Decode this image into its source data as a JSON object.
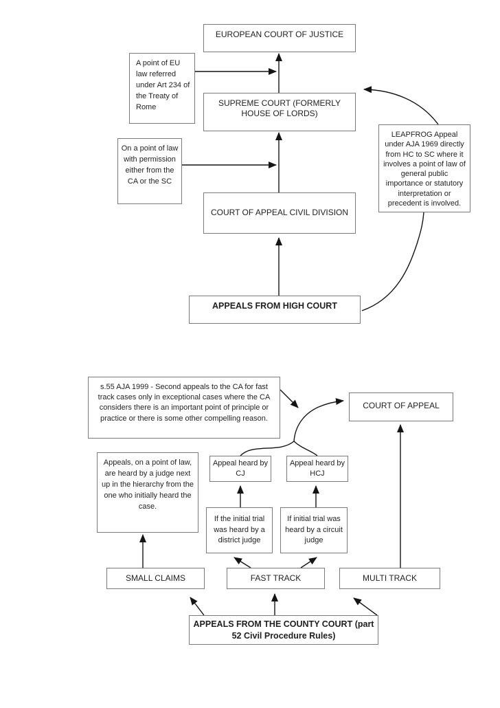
{
  "document": {
    "type": "flowchart",
    "subject": "Routes of appeal in the English civil court system"
  },
  "colors": {
    "background": "#ffffff",
    "box_border": "#7a7a7a",
    "connector": "#141414",
    "text": "#1f1f1f"
  },
  "top_chart": {
    "ecj": "EUROPEAN COURT OF JUSTICE",
    "eu_note": "A point of EU law referred under Art 234 of the Treaty of Rome",
    "supreme_court": "SUPREME COURT (FORMERLY HOUSE OF LORDS)",
    "leapfrog_note": "LEAPFROG Appeal under AJA 1969 directly from HC to SC where it involves a point of law of general public importance or statutory interpretation or precedent is involved.",
    "permission_note": "On a point of law with permission either from the CA or the SC",
    "coa_civil_division": "COURT OF APPEAL CIVIL DIVISION",
    "appeals_from_high_court": "APPEALS FROM HIGH COURT"
  },
  "bottom_chart": {
    "s55_note": "s.55 AJA 1999 - Second appeals to the CA for fast track cases only in exceptional cases where the CA considers there is an important point of principle or practice or there is some other compelling reason.",
    "court_of_appeal": "COURT OF APPEAL",
    "hierarchy_note": "Appeals, on a point of law, are heard by a judge next up in the hierarchy from the one who initially heard the case.",
    "appeal_heard_by_cj": "Appeal heard by CJ",
    "appeal_heard_by_hcj": "Appeal heard by HCJ",
    "initial_trial_district_judge": "If the initial trial was heard by a district judge",
    "initial_trial_circuit_judge": "If initial trial was heard by a circuit judge",
    "small_claims": "SMALL CLAIMS",
    "fast_track": "FAST TRACK",
    "multi_track": "MULTI TRACK",
    "appeals_from_county_court": "APPEALS FROM THE COUNTY COURT (part 52 Civil Procedure Rules)"
  },
  "edges": [
    {
      "from": "supreme_court",
      "to": "ecj",
      "style": "arrow-up"
    },
    {
      "from": "eu_note",
      "to": "supreme_court-to-ecj-line",
      "style": "arrow-right"
    },
    {
      "from": "coa_civil_division",
      "to": "supreme_court",
      "style": "arrow-up"
    },
    {
      "from": "permission_note",
      "to": "coa-to-sc-line",
      "style": "arrow-right"
    },
    {
      "from": "appeals_from_high_court",
      "to": "coa_civil_division",
      "style": "arrow-up"
    },
    {
      "from": "leapfrog_note",
      "to": "supreme_court",
      "style": "curved-arrow-left"
    },
    {
      "from": "appeals_from_high_court",
      "to": "leapfrog_note",
      "style": "curve"
    },
    {
      "from": "small_claims",
      "to": "hierarchy_note",
      "style": "arrow-up"
    },
    {
      "from": "initial_trial_district_judge",
      "to": "appeal_heard_by_cj",
      "style": "arrow-up"
    },
    {
      "from": "initial_trial_circuit_judge",
      "to": "appeal_heard_by_hcj",
      "style": "arrow-up"
    },
    {
      "from": "fast_track",
      "to": "initial_trial_district_judge",
      "style": "diagonal-arrow"
    },
    {
      "from": "fast_track",
      "to": "initial_trial_circuit_judge",
      "style": "diagonal-arrow"
    },
    {
      "from": "appeal_heard_by_cj",
      "to": "court_of_appeal",
      "style": "curved-arrow-right"
    },
    {
      "from": "appeal_heard_by_hcj",
      "to": "court_of_appeal",
      "style": "curved-arrow-right"
    },
    {
      "from": "s55_note",
      "to": "appeal-curve",
      "style": "diagonal-arrow"
    },
    {
      "from": "multi_track",
      "to": "court_of_appeal",
      "style": "arrow-up"
    },
    {
      "from": "appeals_from_county_court",
      "to": "small_claims",
      "style": "diagonal-arrow"
    },
    {
      "from": "appeals_from_county_court",
      "to": "fast_track",
      "style": "arrow-up"
    },
    {
      "from": "appeals_from_county_court",
      "to": "multi_track",
      "style": "diagonal-arrow"
    }
  ]
}
